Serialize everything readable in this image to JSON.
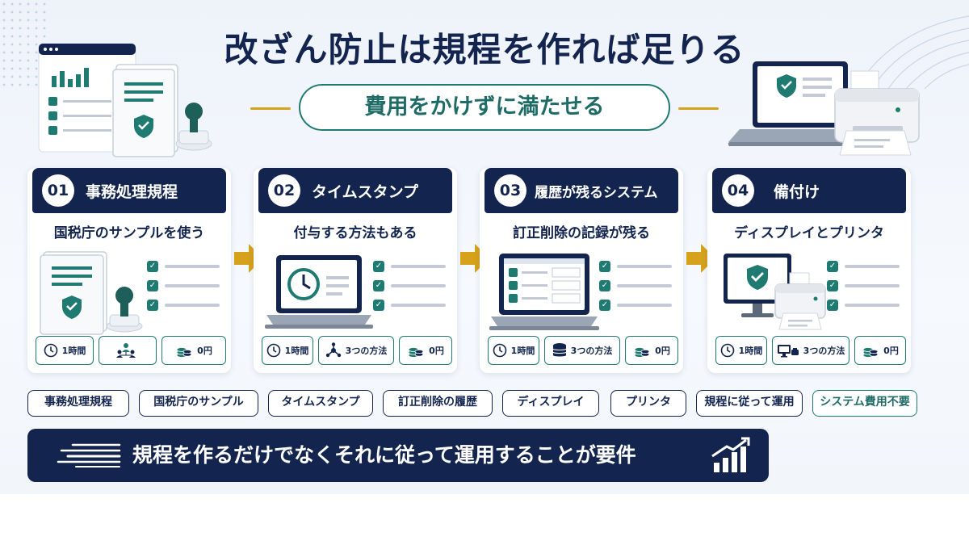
{
  "header": {
    "title": "改ざん防止は規程を作れば足りる",
    "subtitle": "費用をかけずに満たせる"
  },
  "colors": {
    "navy": "#13254f",
    "teal": "#1f7a72",
    "gold": "#d6a21c"
  },
  "cards": [
    {
      "num": "01",
      "title": "事務処理規程",
      "subtitle": "国税庁のサンプルを使う",
      "illustration": "document-stamp-icon",
      "chips": [
        {
          "icon": "clock-icon",
          "label": "1時間"
        },
        {
          "icon": "people-network-icon",
          "label": ""
        },
        {
          "icon": "coins-icon",
          "label": "0円"
        }
      ]
    },
    {
      "num": "02",
      "title": "タイムスタンプ",
      "subtitle": "付与する方法もある",
      "illustration": "laptop-clock-icon",
      "chips": [
        {
          "icon": "clock-icon",
          "label": "1時間"
        },
        {
          "icon": "network-icon",
          "label": "3つの方法"
        },
        {
          "icon": "coins-icon",
          "label": "0円"
        }
      ]
    },
    {
      "num": "03",
      "title": "履歴が残るシステム",
      "subtitle": "訂正削除の記録が残る",
      "illustration": "laptop-checklist-icon",
      "chips": [
        {
          "icon": "clock-icon",
          "label": "1時間"
        },
        {
          "icon": "database-icon",
          "label": "3つの方法"
        },
        {
          "icon": "coins-icon",
          "label": "0円"
        }
      ]
    },
    {
      "num": "04",
      "title": "備付け",
      "subtitle": "ディスプレイとプリンタ",
      "illustration": "monitor-printer-icon",
      "chips": [
        {
          "icon": "clock-icon",
          "label": "1時間"
        },
        {
          "icon": "monitor-printer-small-icon",
          "label": "3つの方法"
        },
        {
          "icon": "coins-icon",
          "label": "0円"
        }
      ]
    }
  ],
  "tags": [
    "事務処理規程",
    "国税庁のサンプル",
    "タイムスタンプ",
    "訂正削除の履歴",
    "ディスプレイ",
    "プリンタ",
    "規程に従って運用",
    "システム費用不要"
  ],
  "banner": {
    "text": "規程を作るだけでなくそれに従って運用することが要件",
    "icon_left": "speed-lines-icon",
    "icon_right": "growth-chart-icon"
  }
}
